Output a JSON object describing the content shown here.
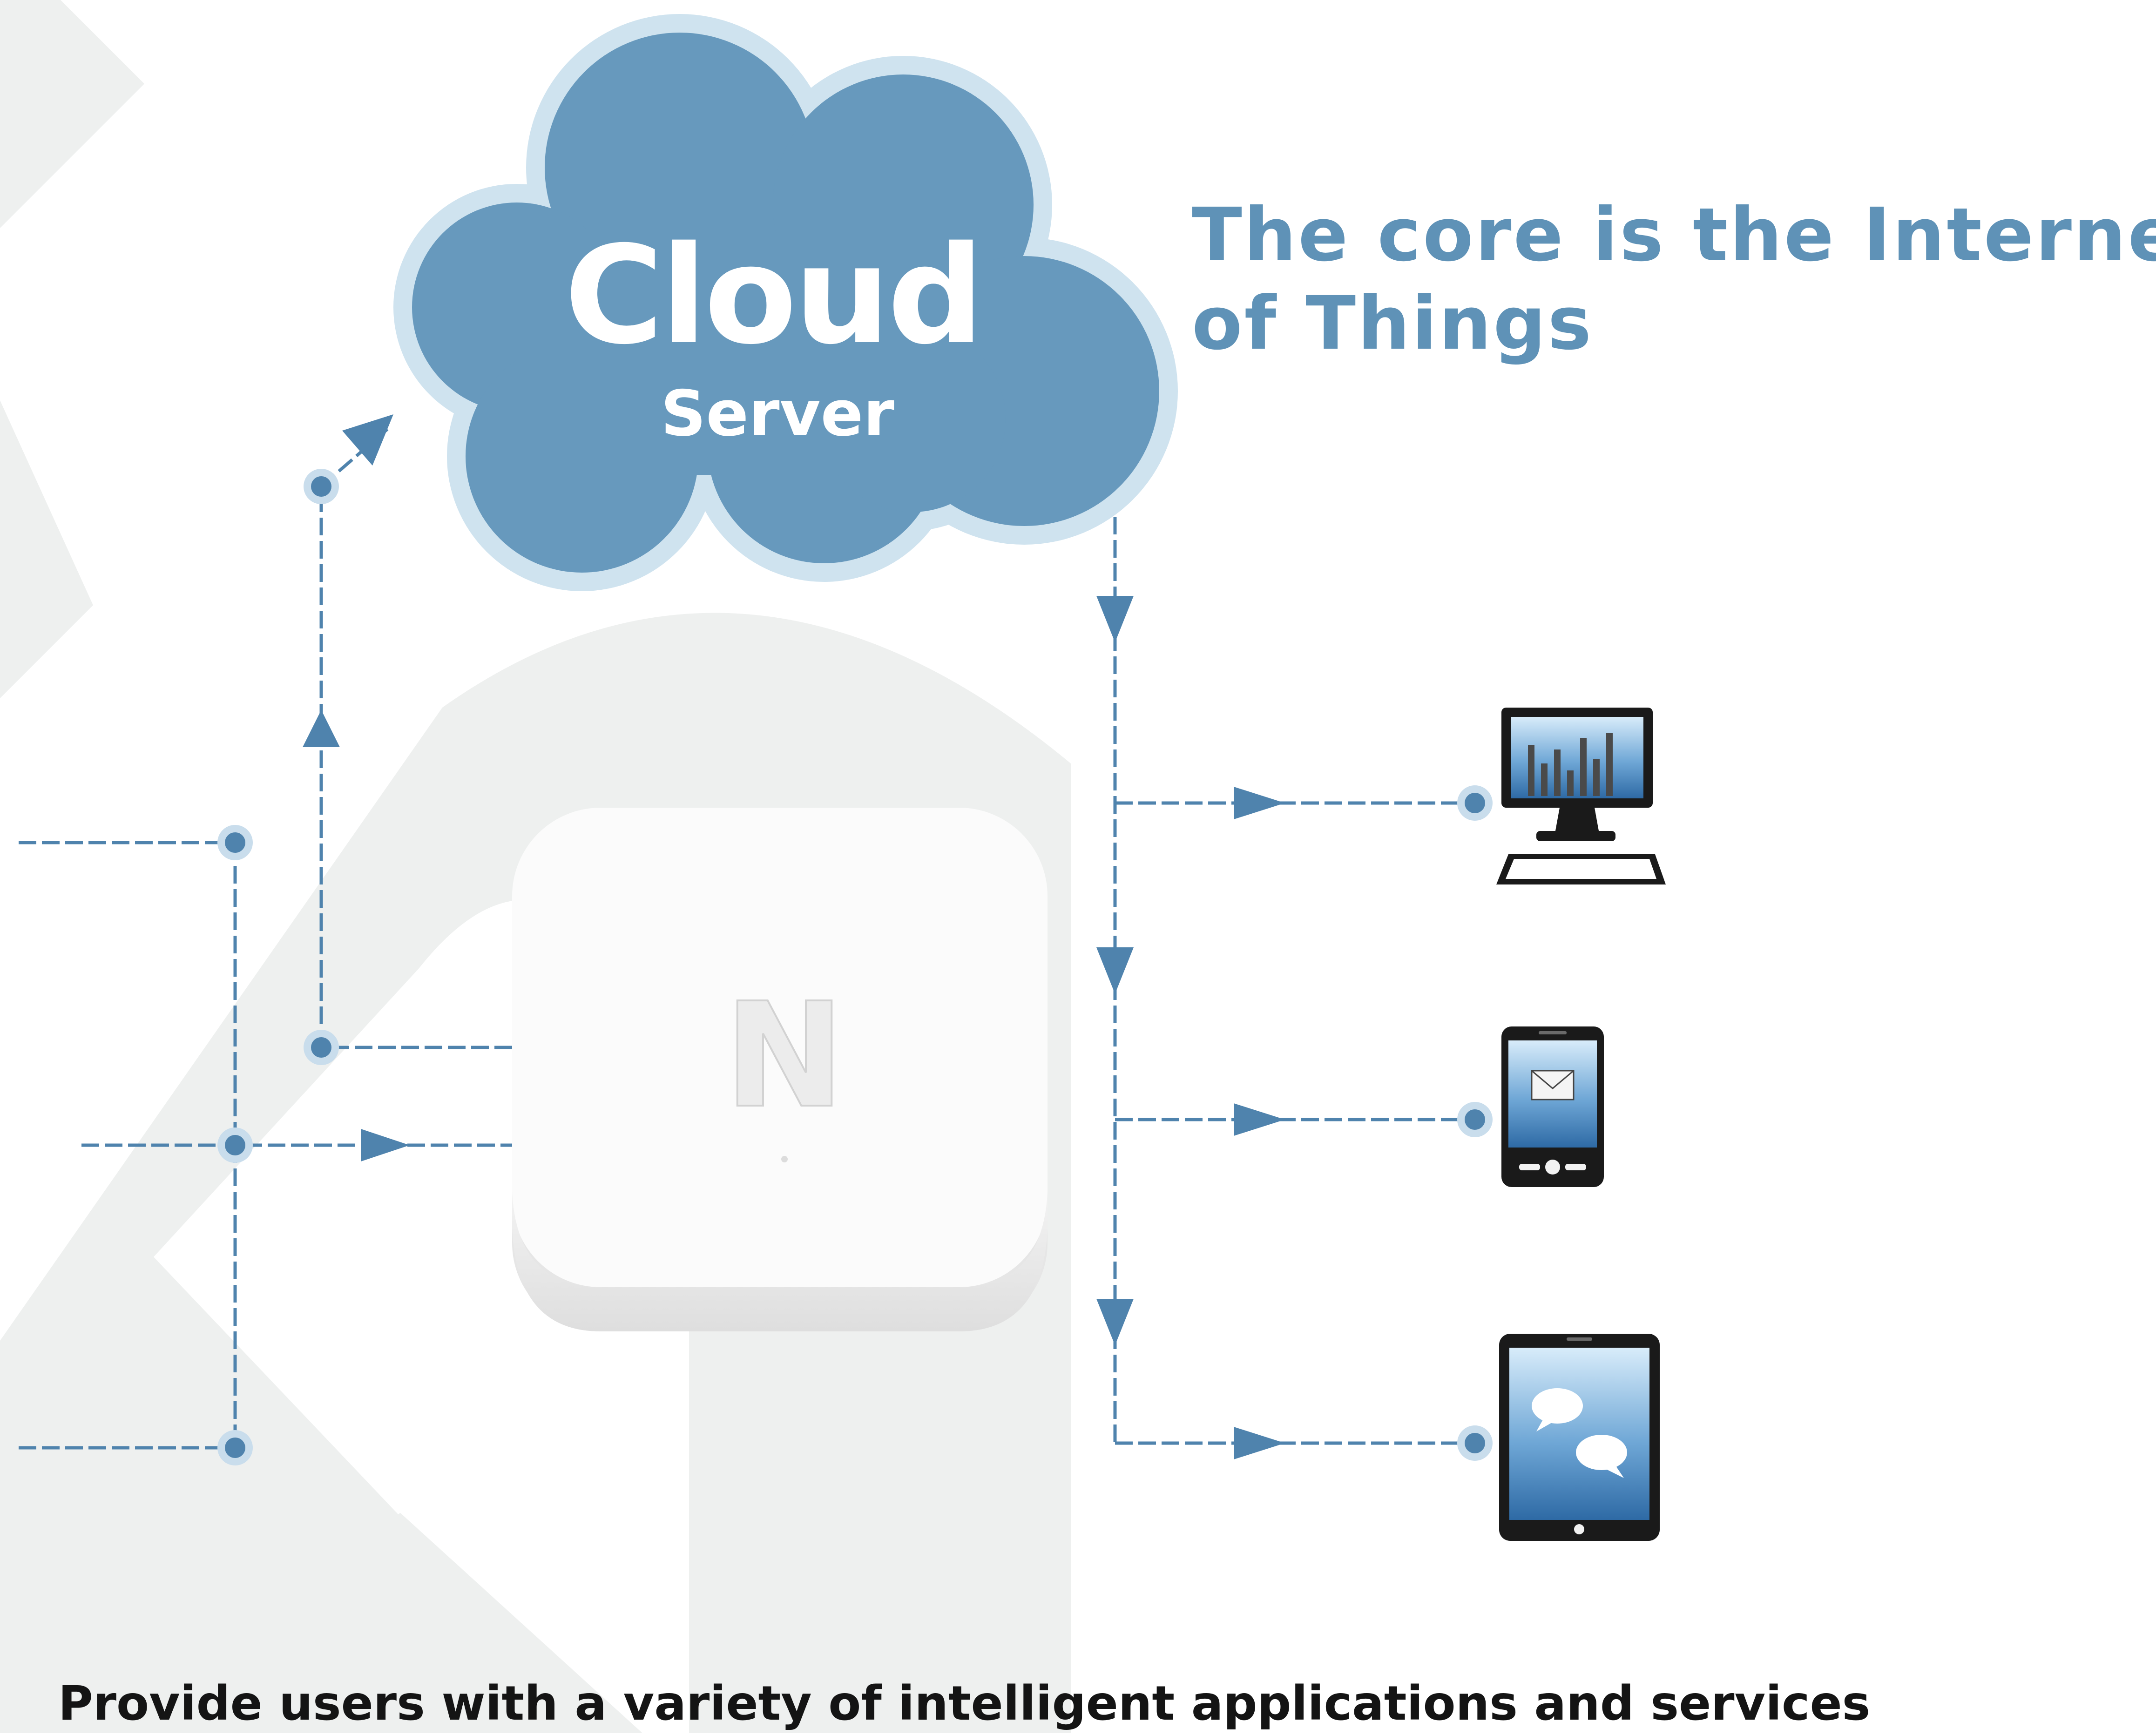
{
  "diagram": {
    "cloud": {
      "title": "Cloud",
      "subtitle": "Server"
    },
    "heading": {
      "line1": "The core is the Internet",
      "line2": "of Things"
    },
    "hub": {
      "logo_letter": "N"
    },
    "devices": [
      {
        "icon": "desktop-computer-icon"
      },
      {
        "icon": "smartphone-icon"
      },
      {
        "icon": "tablet-icon"
      }
    ],
    "footer": "Provide users with a variety of intelligent applications and services"
  },
  "colors": {
    "accent": "#5f92b7",
    "cloud_fill": "#6799bd",
    "cloud_halo": "#cfe3ef",
    "connector": "#4f83ad",
    "background_shape": "#eef0ef",
    "footer_text": "#141414"
  }
}
